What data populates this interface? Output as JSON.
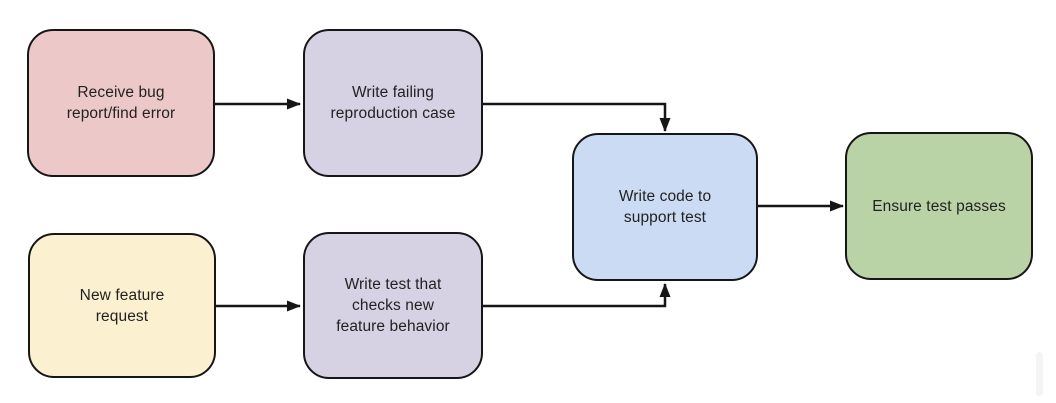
{
  "diagram": {
    "background": "#ffffff",
    "stroke_color": "#161616",
    "text_color": "#222222",
    "nodes": [
      {
        "id": "receive-bug-report",
        "label": "Receive bug\nreport/find error",
        "fill": "#ecc9c8"
      },
      {
        "id": "write-failing-repro-case",
        "label": "Write failing\nreproduction case",
        "fill": "#d6d2e4"
      },
      {
        "id": "new-feature-request",
        "label": "New feature\nrequest",
        "fill": "#fbf1d0"
      },
      {
        "id": "write-test-new-feature",
        "label": "Write test that\nchecks new\nfeature behavior",
        "fill": "#d6d2e4"
      },
      {
        "id": "write-code-support-test",
        "label": "Write code to\nsupport test",
        "fill": "#ccdbf4"
      },
      {
        "id": "ensure-test-passes",
        "label": "Ensure test passes",
        "fill": "#b9d3a6"
      }
    ],
    "edges": [
      {
        "from": "receive-bug-report",
        "to": "write-failing-repro-case"
      },
      {
        "from": "write-failing-repro-case",
        "to": "write-code-support-test"
      },
      {
        "from": "new-feature-request",
        "to": "write-test-new-feature"
      },
      {
        "from": "write-test-new-feature",
        "to": "write-code-support-test"
      },
      {
        "from": "write-code-support-test",
        "to": "ensure-test-passes"
      }
    ]
  }
}
